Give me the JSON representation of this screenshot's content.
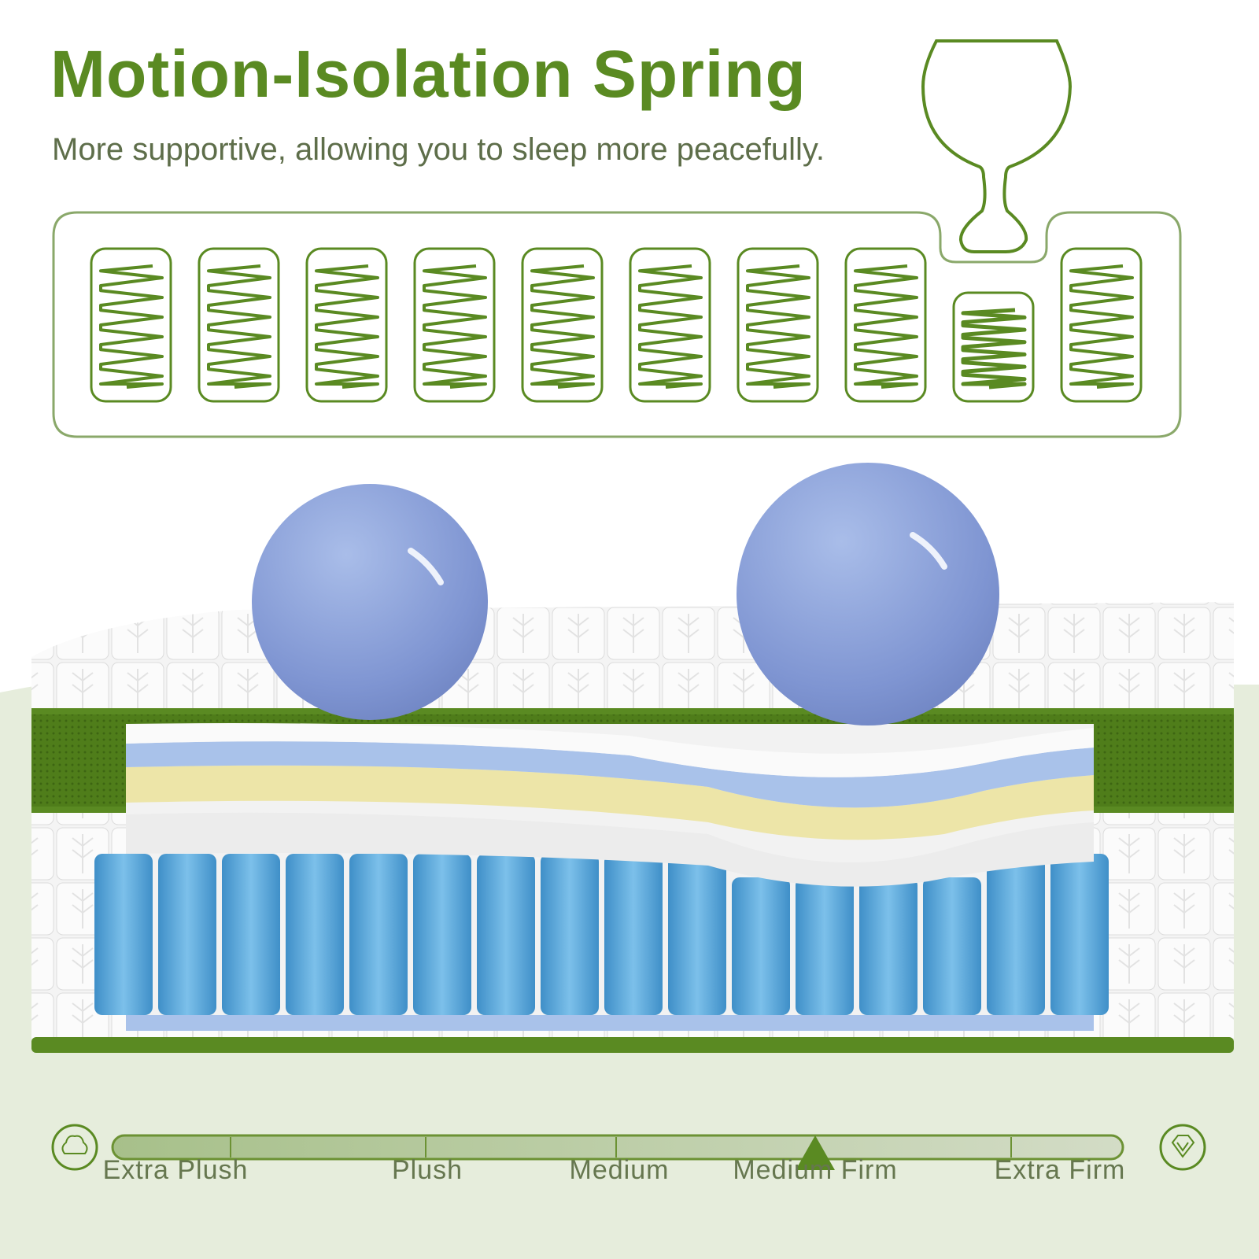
{
  "header": {
    "title": "Motion-Isolation Spring",
    "subtitle": "More supportive, allowing you to sleep more peacefully."
  },
  "illustration": {
    "spring_count": 10,
    "compressed_spring_index": 8,
    "icons": [
      "wine-glass-icon",
      "spring-icon",
      "ball-icon"
    ]
  },
  "firmness_scale": {
    "labels": [
      "Extra Plush",
      "Plush",
      "Medium",
      "Medium Firm",
      "Extra Firm"
    ],
    "selected": "Medium Firm",
    "selected_index": 3,
    "left_icon": "cloud-icon",
    "right_icon": "diamond-icon"
  },
  "colors": {
    "brand_green": "#5a8a22",
    "ball_blue": "#8ea4dc",
    "spring_blue": "#5aa8dc",
    "background_green": "#e6eddc"
  }
}
